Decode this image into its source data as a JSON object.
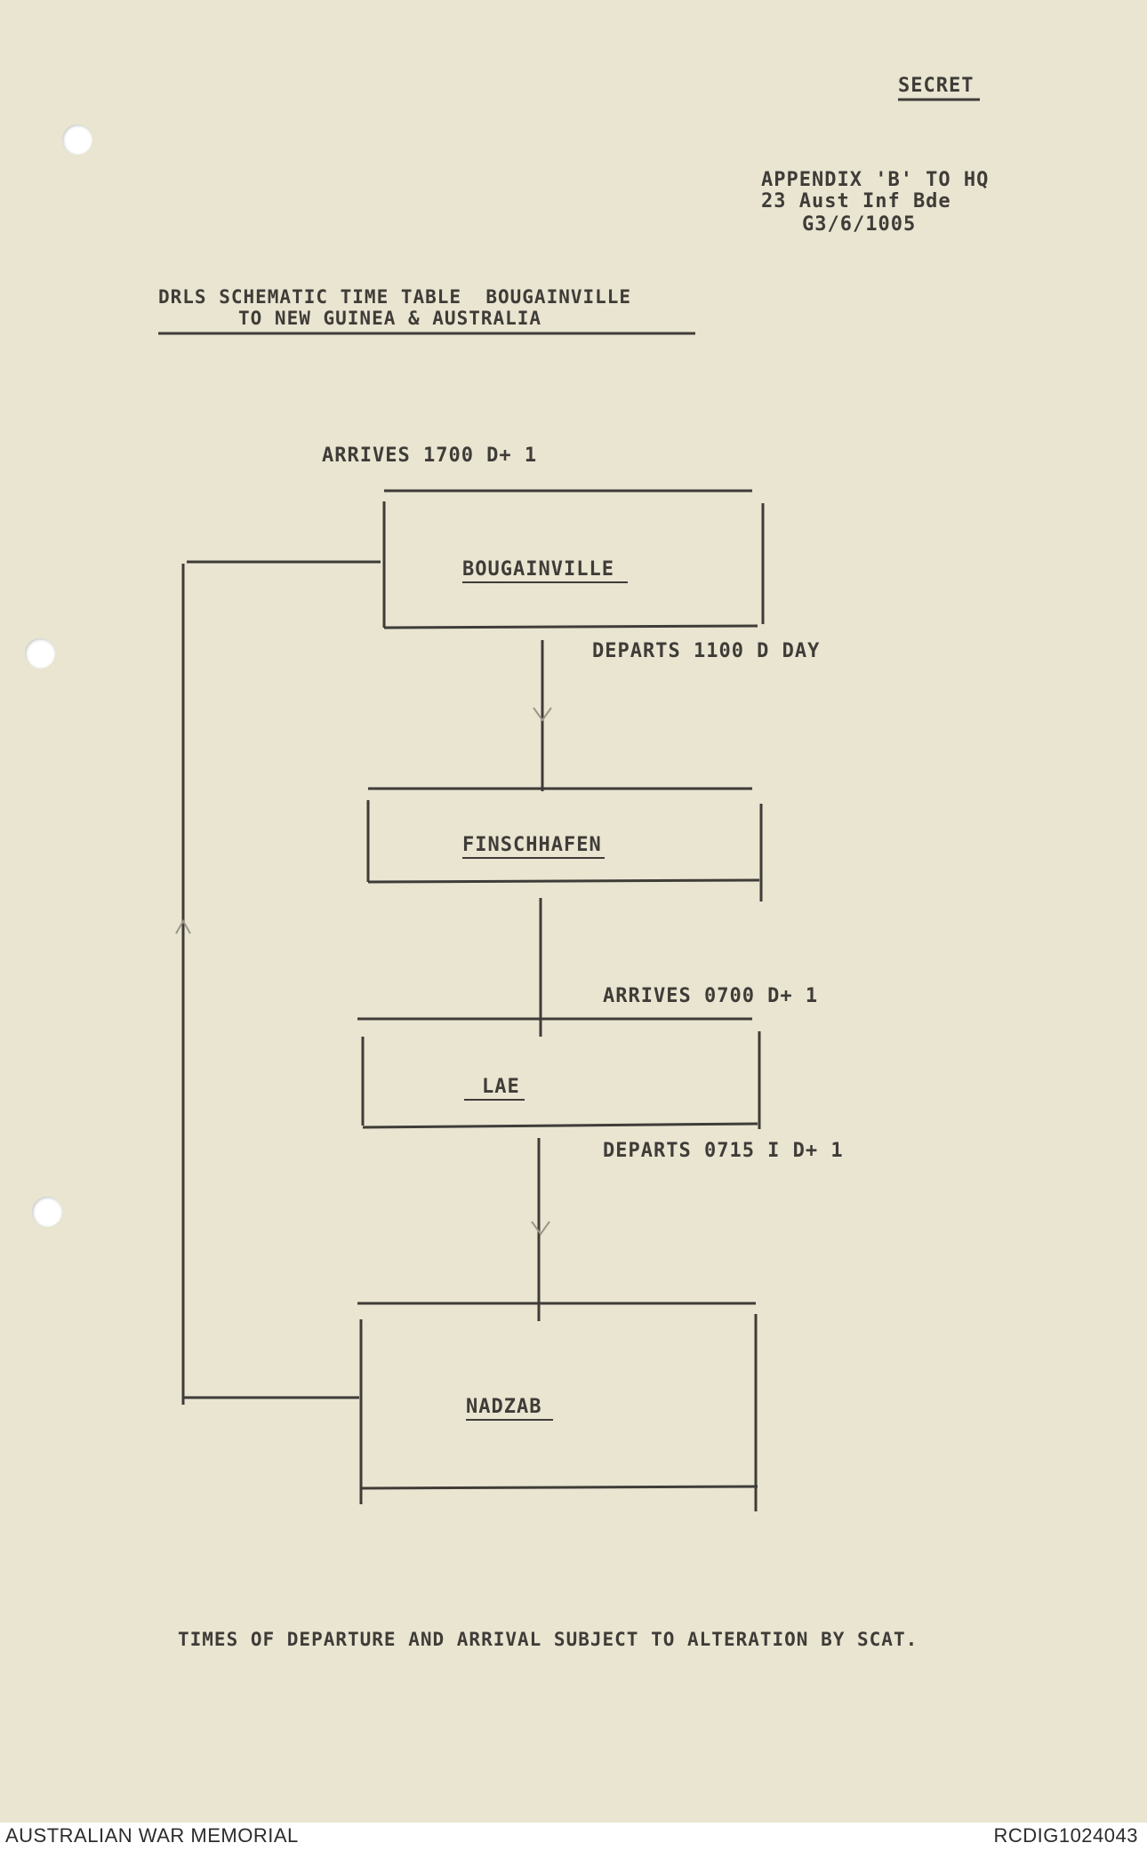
{
  "header": {
    "classification": "SECRET",
    "appendix_lines": [
      "APPENDIX 'B' TO HQ",
      "23 Aust Inf Bde",
      "G3/6/1005"
    ]
  },
  "title": {
    "line1": "DRLS SCHEMATIC TIME TABLE  BOUGAINVILLE",
    "line2": "TO NEW GUINEA & AUSTRALIA"
  },
  "diagram": {
    "stations": [
      "BOUGAINVILLE",
      "FINSCHHAFEN",
      "LAE",
      "NADZAB"
    ],
    "annotations": {
      "bougainville_arrives": "ARRIVES 1700 D+ 1",
      "bougainville_departs": "DEPARTS 1100 D DAY",
      "lae_arrives": "ARRIVES 0700 D+ 1",
      "lae_departs": "DEPARTS 0715 I D+ 1"
    }
  },
  "note": "TIMES OF DEPARTURE AND ARRIVAL SUBJECT TO ALTERATION BY SCAT.",
  "footer": {
    "left": "AUSTRALIAN WAR MEMORIAL",
    "right": "RCDIG1024043"
  }
}
